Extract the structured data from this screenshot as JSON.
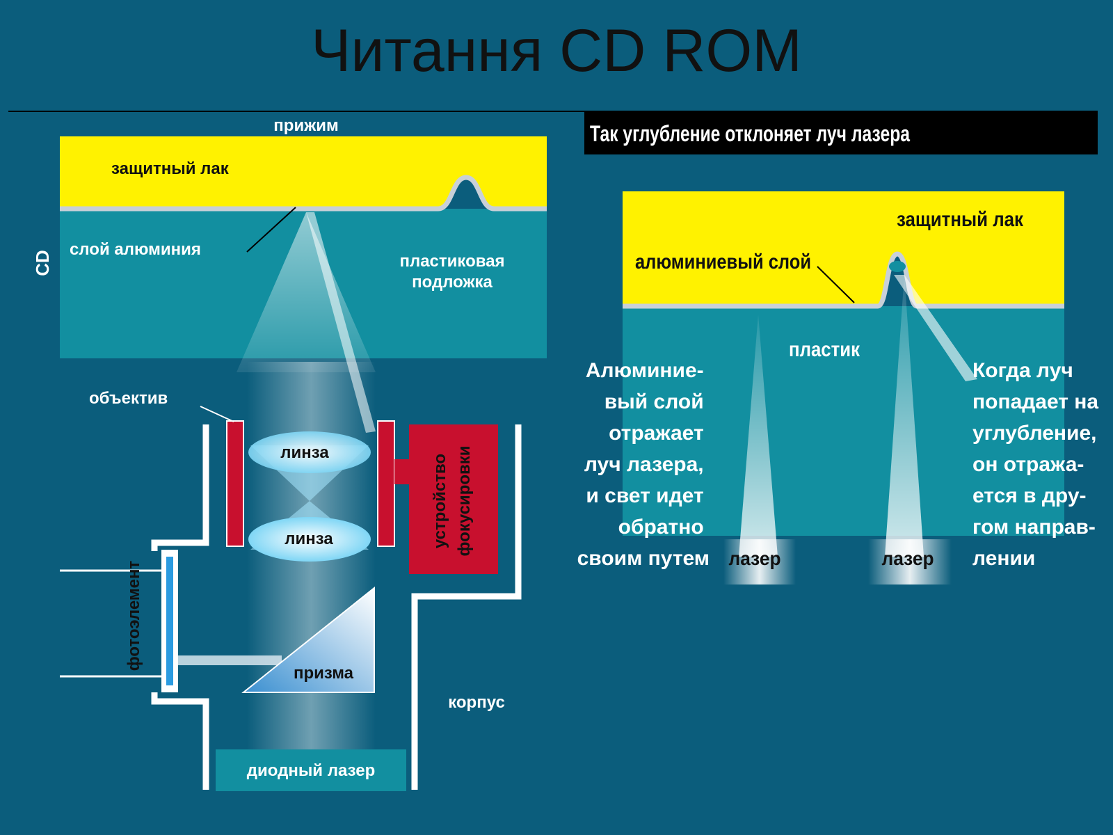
{
  "title": "Читання CD ROM",
  "left_panel": {
    "top_label": "прижим",
    "side_label": "CD",
    "lacquer": "защитный лак",
    "aluminum": "слой алюминия",
    "substrate_1": "пластиковая",
    "substrate_2": "подложка",
    "objective": "объектив",
    "lens_top": "линза",
    "lens_bottom": "линза",
    "focus_1": "устройство",
    "focus_2": "фокусировки",
    "photo": "фотоэлемент",
    "prism": "призма",
    "body": "корпус",
    "laser": "диодный лазер"
  },
  "right_panel": {
    "header": "Так углубление отклоняет луч лазера",
    "lacquer": "защитный лак",
    "aluminum": "алюминиевый слой",
    "plastic": "пластик",
    "laser_left": "лазер",
    "laser_right": "лазер",
    "text_left": [
      "Алюминие-",
      "вый слой",
      "отражает",
      "луч лазера,",
      "и свет идет",
      "обратно",
      "своим путем"
    ],
    "text_right": [
      "Когда луч",
      "попадает на",
      "углубление,",
      "он отража-",
      "ется в дру-",
      "гом направ-",
      "лении"
    ]
  },
  "colors": {
    "background": "#0b5d7c",
    "lacquer": "#fff200",
    "substrate": "#128fa0",
    "red_parts": "#c8102e",
    "black_header": "#000000"
  }
}
